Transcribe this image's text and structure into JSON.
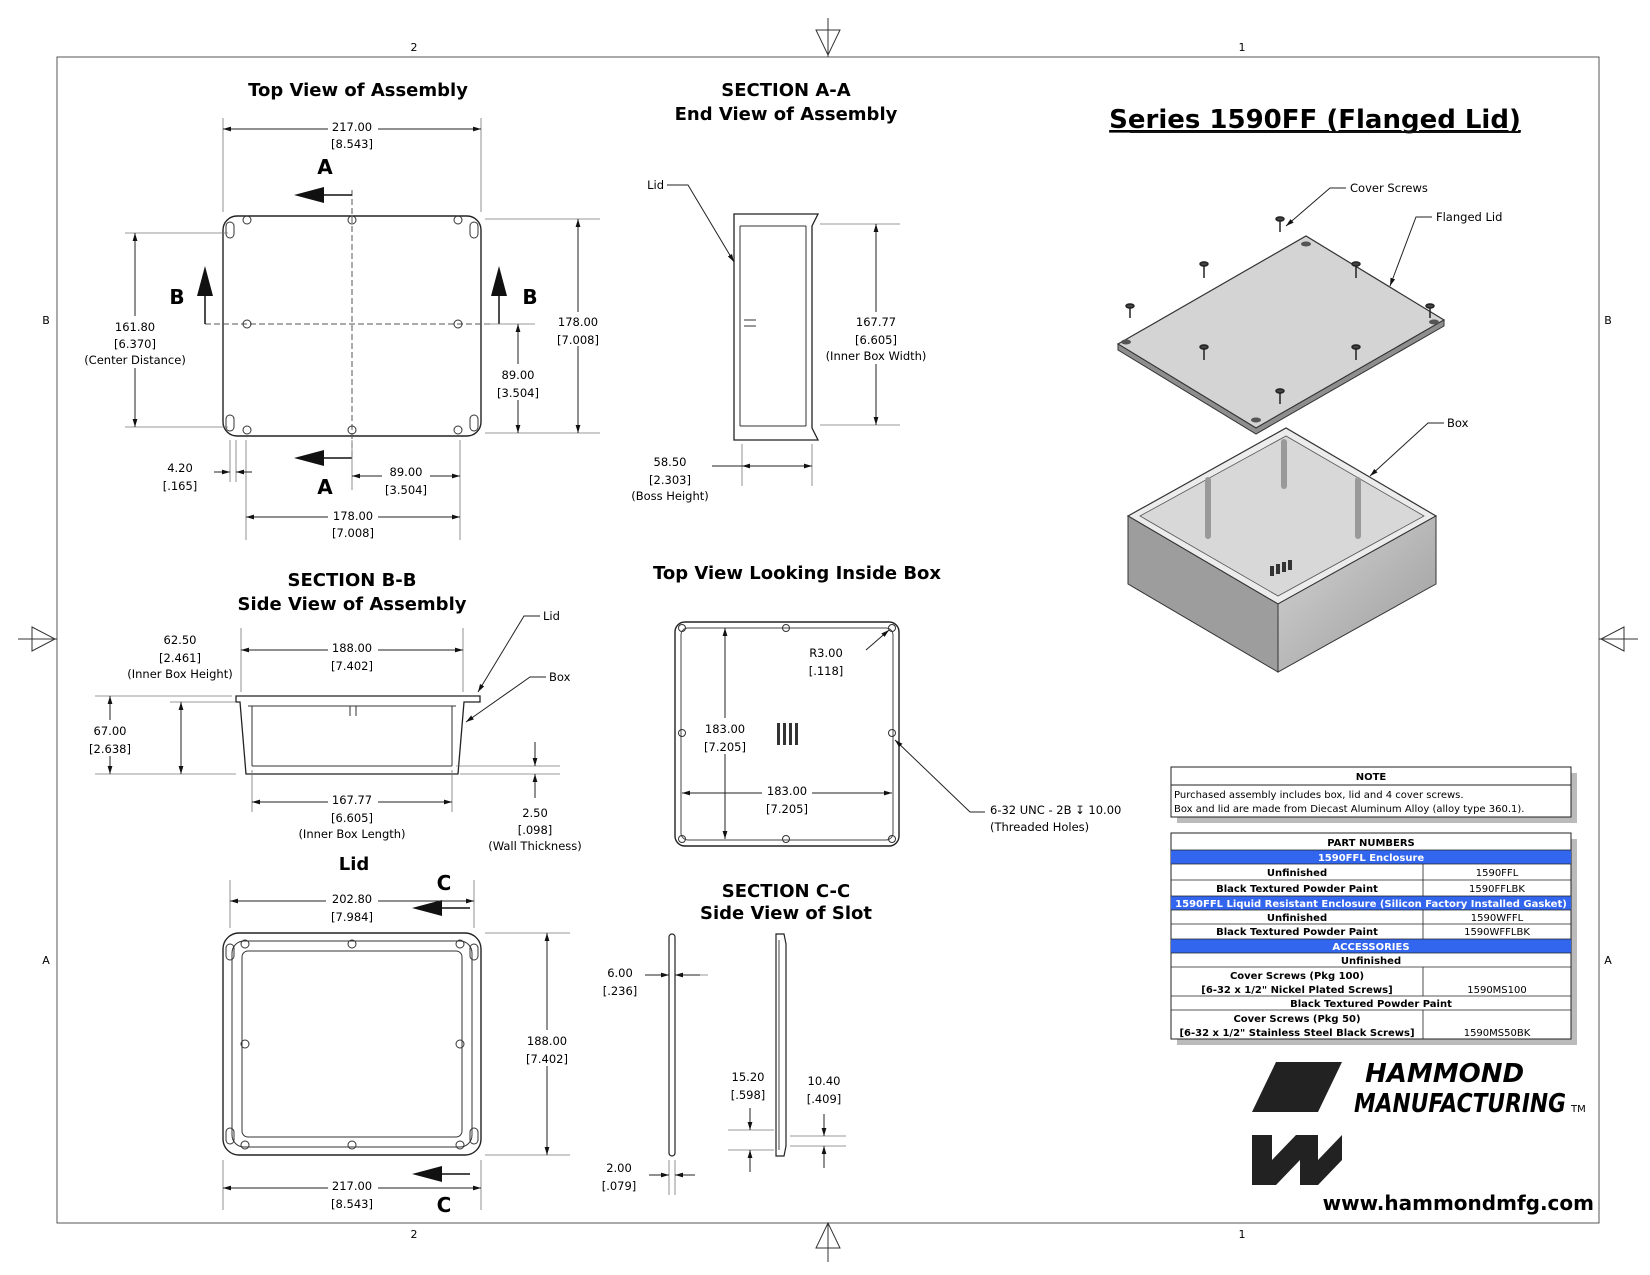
{
  "sheet": {
    "zones_top": [
      "2",
      "1"
    ],
    "zones_side": [
      "B",
      "A"
    ],
    "title": "Series 1590FF (Flanged Lid)"
  },
  "views": {
    "top_assembly": {
      "title": "Top View of Assembly",
      "section_a": "A",
      "section_b": "B",
      "width": "217.00",
      "width_in": "[8.543]",
      "height": "178.00",
      "height_in": "[7.008]",
      "center": "161.80",
      "center_in": "[6.370]",
      "center_note": "(Center Distance)",
      "half_h": "89.00",
      "half_h_in": "[3.504]",
      "half_w": "89.00",
      "half_w_in": "[3.504]",
      "hole_width": "178.00",
      "hole_width_in": "[7.008]",
      "offset": "4.20",
      "offset_in": "[.165]"
    },
    "section_aa": {
      "title1": "SECTION A-A",
      "title2": "End View of Assembly",
      "lid_label": "Lid",
      "inner_w": "167.77",
      "inner_w_in": "[6.605]",
      "inner_w_note": "(Inner Box Width)",
      "boss": "58.50",
      "boss_in": "[2.303]",
      "boss_note": "(Boss Height)"
    },
    "section_bb": {
      "title1": "SECTION B-B",
      "title2": "Side View of Assembly",
      "lid_label": "Lid",
      "box_label": "Box",
      "inner_h": "62.50",
      "inner_h_in": "[2.461]",
      "inner_h_note": "(Inner Box Height)",
      "top_w": "188.00",
      "top_w_in": "[7.402]",
      "height": "67.00",
      "height_in": "[2.638]",
      "inner_l": "167.77",
      "inner_l_in": "[6.605]",
      "inner_l_note": "(Inner Box Length)",
      "wall": "2.50",
      "wall_in": "[.098]",
      "wall_note": "(Wall Thickness)"
    },
    "inside_box": {
      "title": "Top View Looking Inside Box",
      "radius": "R3.00",
      "radius_in": "[.118]",
      "h": "183.00",
      "h_in": "[7.205]",
      "w": "183.00",
      "w_in": "[7.205]",
      "thread": "6-32 UNC - 2B ↧ 10.00",
      "thread_note": "(Threaded Holes)"
    },
    "lid": {
      "title": "Lid",
      "section_c": "C",
      "inner_w": "202.80",
      "inner_w_in": "[7.984]",
      "h": "188.00",
      "h_in": "[7.402]",
      "w": "217.00",
      "w_in": "[8.543]"
    },
    "section_cc": {
      "title1": "SECTION  C-C",
      "title2": "Side View of Slot",
      "a": "6.00",
      "a_in": "[.236]",
      "b": "15.20",
      "b_in": "[.598]",
      "c": "10.40",
      "c_in": "[.409]",
      "d": "2.00",
      "d_in": "[.079]"
    },
    "iso": {
      "cover_screws": "Cover Screws",
      "flanged_lid": "Flanged Lid",
      "box": "Box"
    }
  },
  "note": {
    "header": "NOTE",
    "line1": "Purchased assembly includes box, lid and 4 cover screws.",
    "line2": "Box and lid are made from Diecast Aluminum Alloy (alloy type 360.1)."
  },
  "parts": {
    "header": "PART NUMBERS",
    "band1": "1590FFL Enclosure",
    "r1_label": "Unfinished",
    "r1_pn": "1590FFL",
    "r2_label": "Black Textured Powder Paint",
    "r2_pn": "1590FFLBK",
    "band2": "1590FFL Liquid Resistant Enclosure (Silicon Factory Installed Gasket)",
    "r3_label": "Unfinished",
    "r3_pn": "1590WFFL",
    "r4_label": "Black Textured Powder Paint",
    "r4_pn": "1590WFFLBK",
    "band3": "ACCESSORIES",
    "sub1": "Unfinished",
    "r5_l1": "Cover Screws (Pkg 100)",
    "r5_l2": "[6-32 x 1/2\" Nickel Plated Screws]",
    "r5_pn": "1590MS100",
    "sub2": "Black Textured Powder Paint",
    "r6_l1": "Cover Screws (Pkg 50)",
    "r6_l2": "[6-32 x 1/2\" Stainless Steel Black Screws]",
    "r6_pn": "1590MS50BK",
    "band_color": "#3366ee"
  },
  "brand": {
    "line1": "HAMMOND",
    "line2": "MANUFACTURING",
    "tm": "TM",
    "website": "www.hammondmfg.com"
  }
}
